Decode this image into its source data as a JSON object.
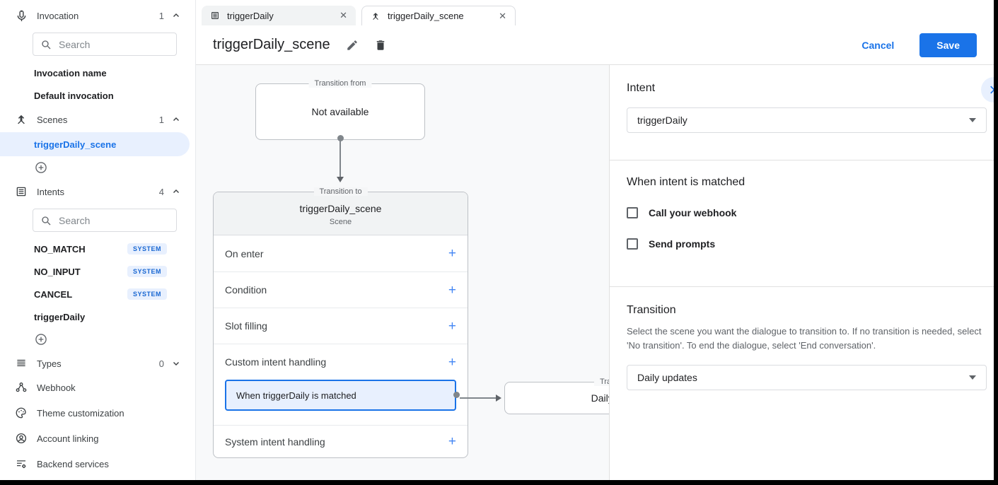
{
  "icons": {
    "add_plus": "+",
    "close_x": "✕"
  },
  "sidebar": {
    "invocation": {
      "label": "Invocation",
      "count": "1",
      "search_placeholder": "Search",
      "items": [
        {
          "label": "Invocation name"
        },
        {
          "label": "Default invocation"
        }
      ]
    },
    "scenes": {
      "label": "Scenes",
      "count": "1",
      "items": [
        {
          "label": "triggerDaily_scene"
        }
      ]
    },
    "intents": {
      "label": "Intents",
      "count": "4",
      "search_placeholder": "Search",
      "items": [
        {
          "label": "NO_MATCH",
          "badge": "SYSTEM"
        },
        {
          "label": "NO_INPUT",
          "badge": "SYSTEM"
        },
        {
          "label": "CANCEL",
          "badge": "SYSTEM"
        },
        {
          "label": "triggerDaily",
          "badge": ""
        }
      ]
    },
    "types": {
      "label": "Types",
      "count": "0"
    },
    "links": [
      {
        "label": "Webhook"
      },
      {
        "label": "Theme customization"
      },
      {
        "label": "Account linking"
      },
      {
        "label": "Backend services"
      }
    ]
  },
  "tabs": [
    {
      "label": "triggerDaily"
    },
    {
      "label": "triggerDaily_scene"
    }
  ],
  "header": {
    "title": "triggerDaily_scene",
    "cancel_label": "Cancel",
    "save_label": "Save"
  },
  "canvas": {
    "transition_from": {
      "legend": "Transition from",
      "content": "Not available"
    },
    "scene_card": {
      "legend": "Transition to",
      "title": "triggerDaily_scene",
      "subtitle": "Scene",
      "sections": [
        {
          "label": "On enter"
        },
        {
          "label": "Condition"
        },
        {
          "label": "Slot filling"
        },
        {
          "label": "Custom intent handling"
        },
        {
          "label": "System intent handling"
        }
      ],
      "matched_item": "When triggerDaily is matched"
    },
    "next_scene": {
      "legend": "Transition to",
      "title": "Daily updates"
    }
  },
  "panel": {
    "intent": {
      "heading": "Intent",
      "value": "triggerDaily"
    },
    "matched": {
      "heading": "When intent is matched",
      "checkboxes": [
        {
          "label": "Call your webhook"
        },
        {
          "label": "Send prompts"
        }
      ]
    },
    "transition": {
      "heading": "Transition",
      "description": "Select the scene you want the dialogue to transition to. If no transition is needed, select 'No transition'. To end the dialogue, select 'End conversation'.",
      "value": "Daily updates"
    }
  }
}
